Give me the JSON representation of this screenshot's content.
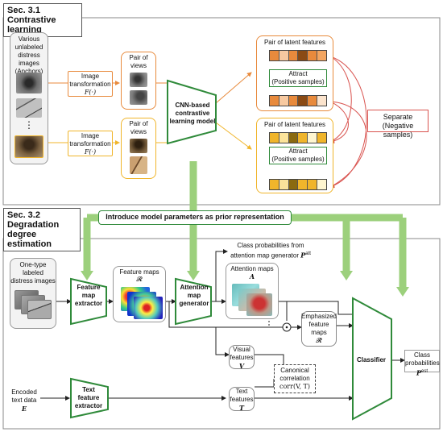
{
  "sec31": {
    "title": "Sec. 3.1",
    "subtitle": "Contrastive learning"
  },
  "sec32": {
    "title": "Sec. 3.2",
    "subtitle1": "Degradation",
    "subtitle2": "degree estimation"
  },
  "anchors": {
    "line1": "Various",
    "line2": "unlabeled",
    "line3": "distress images",
    "line4": "(Anchors)",
    "ellipsis": "⋮"
  },
  "transform": {
    "line1": "Image",
    "line2": "transformation",
    "formula": "F(·)"
  },
  "views": {
    "line1": "Pair of",
    "line2": "views"
  },
  "cnn": {
    "line1": "CNN-based",
    "line2": "contrastive",
    "line3": "learning model"
  },
  "latent": {
    "title": "Pair of latent features",
    "attract1": "Attract",
    "attract2": "(Positive samples)"
  },
  "separate": {
    "line1": "Separate",
    "line2": "(Negative samples)"
  },
  "banner": "Introduce model parameters as prior representation",
  "onetype": {
    "line1": "One-type",
    "line2": "labeled",
    "line3": "distress images"
  },
  "fme": {
    "line1": "Feature",
    "line2": "map",
    "line3": "extractor"
  },
  "featmaps": {
    "label": "Feature maps",
    "symbol": "𝓡"
  },
  "amg": {
    "line1": "Attention",
    "line2": "map",
    "line3": "generator"
  },
  "attmaps": {
    "label": "Attention maps",
    "symbol": "A"
  },
  "classprob_att": {
    "line1": "Class probabilities from",
    "line2": "attention map generator",
    "symbol": "P",
    "sup": "att"
  },
  "emph": {
    "line1": "Emphasized",
    "line2": "feature",
    "line3": "maps",
    "symbol": "𝓡̃"
  },
  "visual": {
    "line1": "Visual",
    "line2": "features",
    "symbol": "V"
  },
  "cca": {
    "line1": "Canonical",
    "line2": "correlation",
    "formula": "corr(V, T)"
  },
  "classifier": "Classifier",
  "classprob": {
    "line1": "Class",
    "line2": "probabilities",
    "symbol": "P",
    "sup": "est"
  },
  "encoded": {
    "line1": "Encoded",
    "line2": "text data",
    "symbol": "E"
  },
  "tfe": {
    "line1": "Text",
    "line2": "feature",
    "line3": "extractor"
  },
  "textfeat": {
    "line1": "Text",
    "line2": "features",
    "symbol": "T"
  },
  "odot": "⊙",
  "colors": {
    "orange": "#e88a3c",
    "gold": "#f0b52b",
    "green_fill": "#2f8a3a",
    "green_banner": "#9cd07c",
    "red": "#d9534f",
    "teal": "#5fb3a3"
  }
}
